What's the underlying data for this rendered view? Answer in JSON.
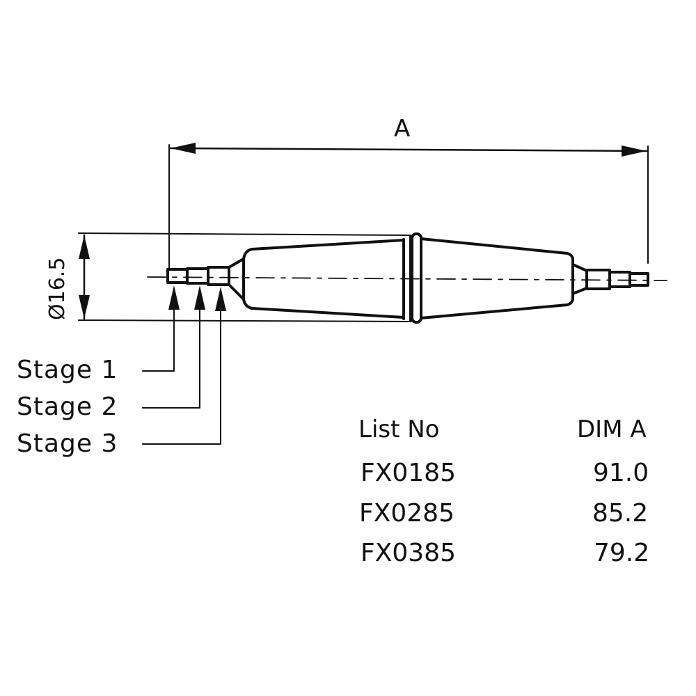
{
  "drawing": {
    "dimension_label_a": "A",
    "diameter_label": "Ø16.5",
    "stages": [
      {
        "label": "Stage 1"
      },
      {
        "label": "Stage 2"
      },
      {
        "label": "Stage 3"
      }
    ],
    "colors": {
      "line": "#111111",
      "background": "#ffffff"
    }
  },
  "table": {
    "headers": [
      "List No",
      "DIM A"
    ],
    "rows": [
      {
        "list_no": "FX0185",
        "dim_a": "91.0"
      },
      {
        "list_no": "FX0285",
        "dim_a": "85.2"
      },
      {
        "list_no": "FX0385",
        "dim_a": "79.2"
      }
    ]
  }
}
